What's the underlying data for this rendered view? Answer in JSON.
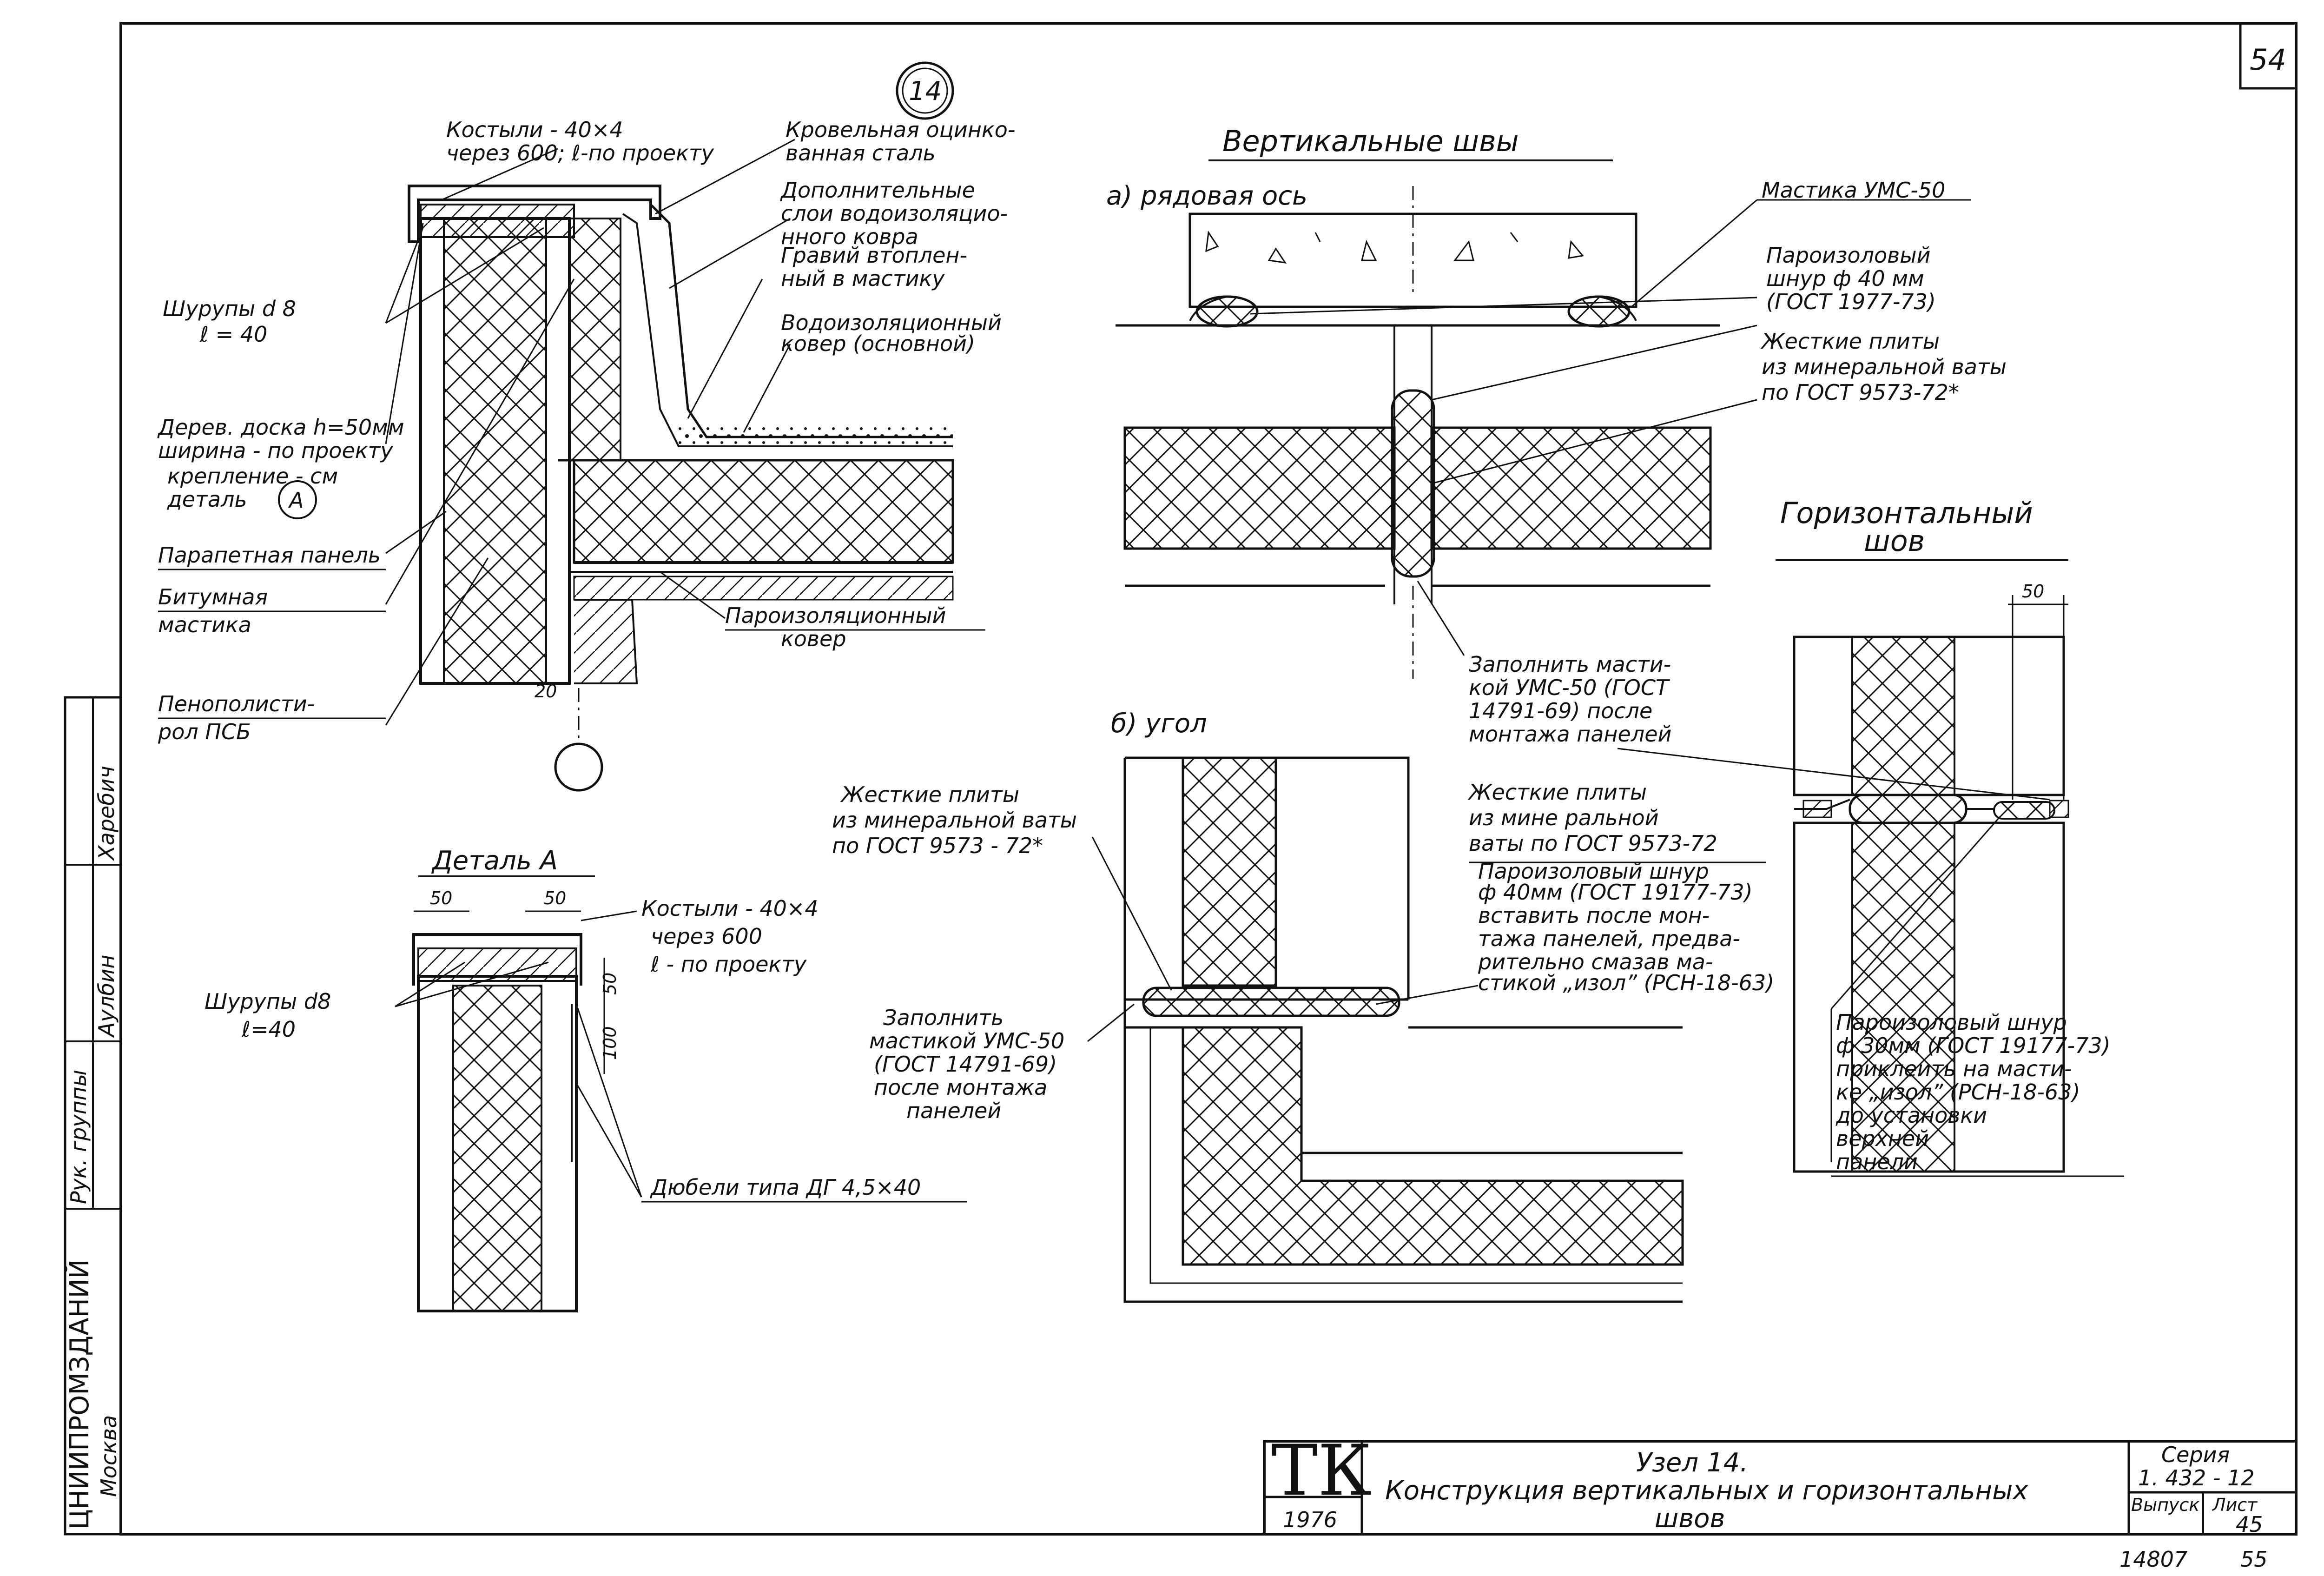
{
  "sheet": {
    "page_number": "54",
    "footer_left": "14807",
    "footer_right": "55"
  },
  "side_stamp": {
    "author": "Харебич",
    "role": "Рук. группы",
    "signature": "Аулбин",
    "org": "ЦНИИПРОМЗДАНИЙ",
    "city": "Москва"
  },
  "title_block": {
    "stamp": "ТК",
    "year": "1976",
    "title_line1": "Узел 14.",
    "title_line2": "Конструкция вертикальных и горизонтальных",
    "title_line3": "швов",
    "series_label": "Серия",
    "series_value": "1. 432 - 12",
    "issue_label": "Выпуск",
    "sheet_label": "Лист",
    "sheet_value": "45"
  },
  "node14": {
    "circle": "14",
    "labels": {
      "kostyli": [
        "Костыли - 40×4",
        "через 600; ℓ-по проекту"
      ],
      "steel": [
        "Кровельная оцинко-",
        "ванная сталь"
      ],
      "extra_layers": [
        "Дополнительные",
        "слои водоизоляцио-",
        "нного ковра"
      ],
      "gravel": [
        "Гравий втоплен-",
        "ный в мастику"
      ],
      "waterproof": [
        "Водоизоляционный",
        "ковер (основной)"
      ],
      "screws": [
        "Шурупы d 8",
        "ℓ = 40"
      ],
      "board": [
        "Дерев. доска  h=50мм",
        "ширина - по проекту"
      ],
      "fixing": [
        "крепление - см",
        "деталь"
      ],
      "detail_ref": "А",
      "parapet": "Парапетная панель",
      "bitumen": [
        "Битумная",
        "мастика"
      ],
      "foam": [
        "Пенополисти-",
        "рол ПСБ"
      ],
      "vapor": [
        "Пароизоляционный",
        "ковер"
      ],
      "dim20": "20"
    }
  },
  "detailA": {
    "title": "Деталь А",
    "dims": [
      "50",
      "50",
      "50",
      "100"
    ],
    "kostyli": [
      "Костыли - 40×4",
      "через  600",
      "ℓ - по проекту"
    ],
    "screws": [
      "Шурупы d8",
      "ℓ=40"
    ],
    "dowels": "Дюбели типа ДГ 4,5×40"
  },
  "vertical": {
    "title": "Вертикальные швы",
    "a_label": "а) рядовая  ось",
    "mastic": "Мастика УМС-50",
    "cord": [
      "Пароизоловый",
      "шнур ф 40 мм",
      "(ГОСТ 1977-73)"
    ],
    "plates": [
      "Жесткие плиты",
      "из минеральной ваты",
      "по ГОСТ 9573-72*"
    ],
    "fill": [
      "Заполнить масти-",
      "кой УМС-50 (ГОСТ",
      "14791-69) после",
      "монтажа панелей"
    ],
    "b_label": "б) угол",
    "b_plates": [
      "Жесткие плиты",
      "из минеральной ваты",
      "по ГОСТ 9573 - 72*"
    ],
    "b_fill": [
      "Заполнить",
      "мастикой УМС-50",
      "(ГОСТ 14791-69)",
      "после монтажа",
      "панелей"
    ],
    "mid_plates": [
      "Жесткие плиты",
      "из мине ральной",
      "ваты по ГОСТ 9573-72"
    ],
    "mid_cord": [
      "Пароизоловый шнур",
      "ф 40мм (ГОСТ 19177-73)",
      "вставить после мон-",
      "тажа панелей, предва-",
      "рительно смазав ма-",
      "стикой „изол” (РСН-18-63)"
    ]
  },
  "horizontal": {
    "title": [
      "Горизонтальный",
      "шов"
    ],
    "dim": "50",
    "cord": [
      "Пароизоловый шнур",
      "ф 30мм (ГОСТ 19177-73)",
      "приклеить на масти-",
      "ке „изол” (РСН-18-63)",
      "до установки",
      "верхней",
      "панели"
    ]
  }
}
